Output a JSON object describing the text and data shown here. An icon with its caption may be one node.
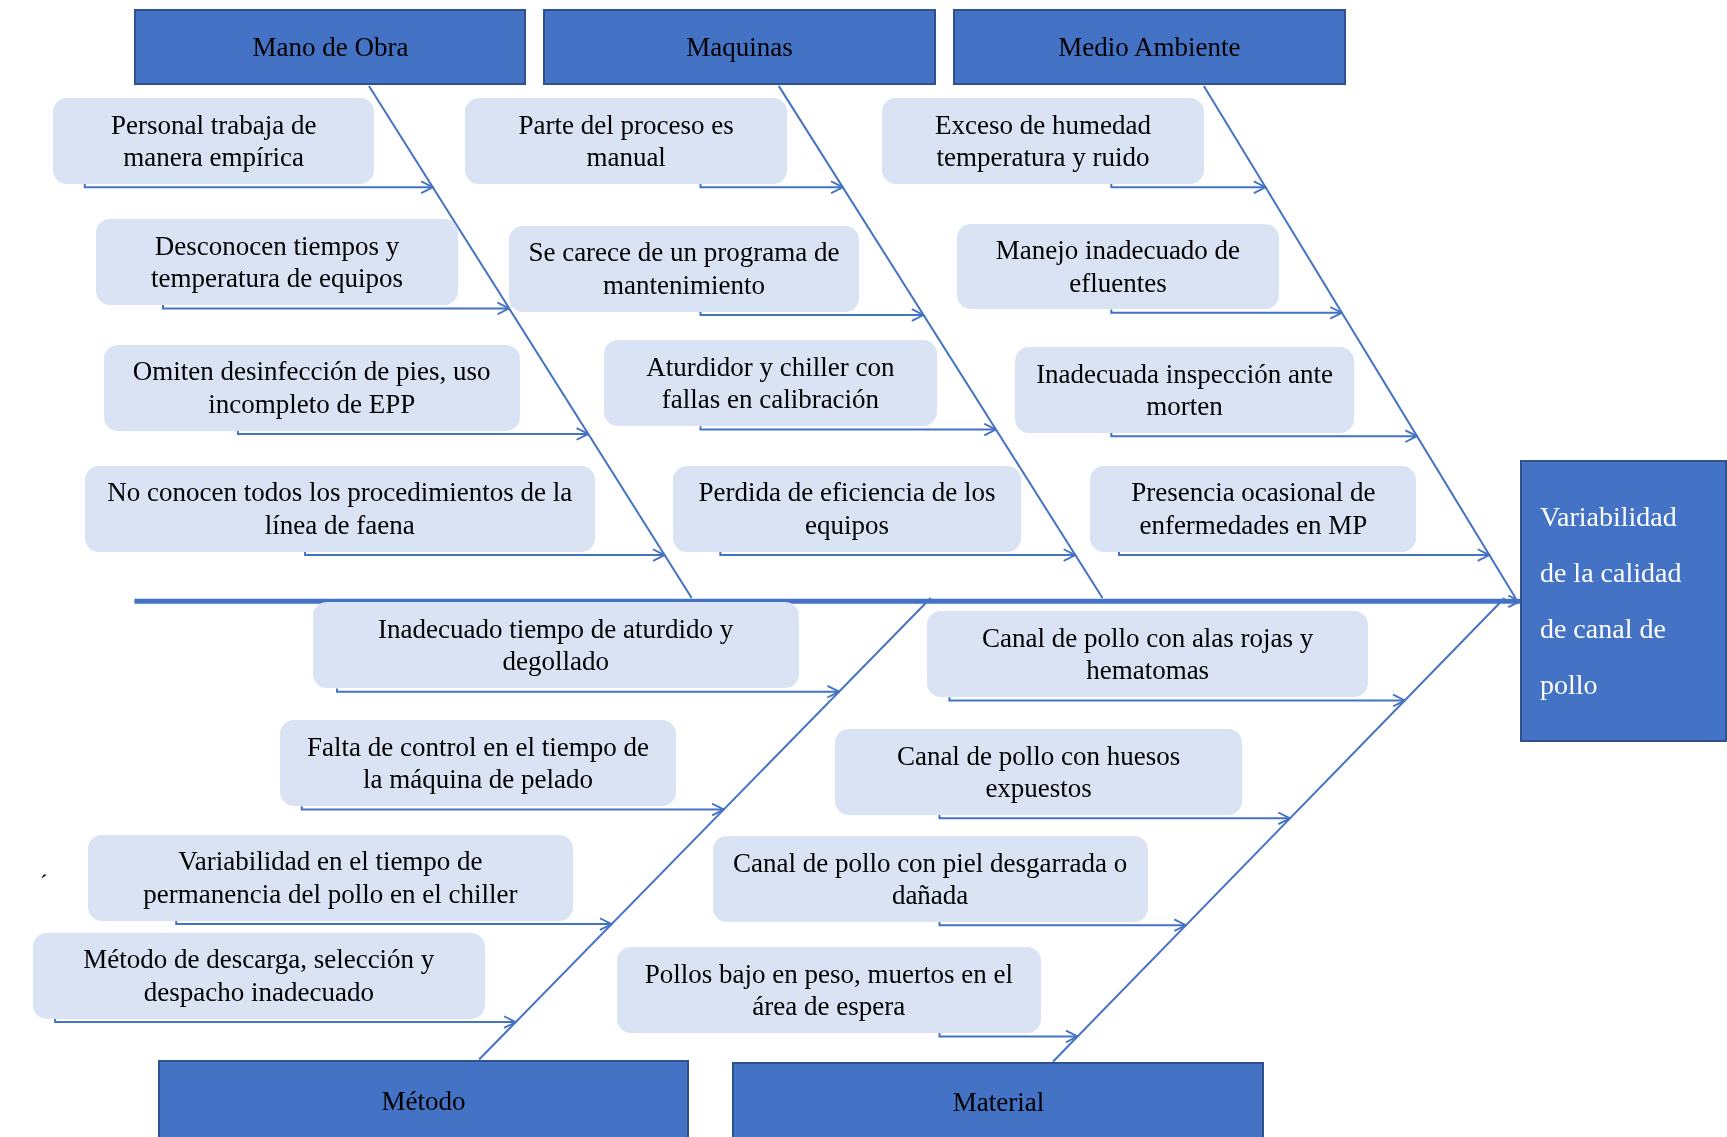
{
  "diagram": {
    "nodes": [
      {
        "text": [
          "Mano de Obra"
        ]
      },
      {
        "text": [
          "Maquinas"
        ]
      },
      {
        "text": [
          "Medio Ambiente"
        ]
      },
      {
        "text": [
          "Método"
        ]
      },
      {
        "text": [
          "Material"
        ]
      },
      {
        "text": [
          "Variabilidad de la calidad de canal de pollo"
        ]
      },
      {
        "text": [
          "Personal trabaja de manera empírica"
        ]
      },
      {
        "text": [
          "Desconocen tiempos y temperatura de equipos"
        ]
      },
      {
        "text": [
          "Omiten desinfección de pies, uso incompleto de EPP"
        ]
      },
      {
        "text": [
          "No conocen todos los procedimientos de la línea de faena"
        ]
      },
      {
        "text": [
          "Parte del proceso es manual"
        ]
      },
      {
        "text": [
          "Se carece de un programa de mantenimiento"
        ]
      },
      {
        "text": [
          "Aturdidor y chiller con fallas en calibración"
        ]
      },
      {
        "text": [
          "Perdida de eficiencia de los equipos"
        ]
      },
      {
        "text": [
          "Exceso de humedad temperatura y ruido"
        ]
      },
      {
        "text": [
          "Manejo inadecuado de efluentes"
        ]
      },
      {
        "text": [
          "Inadecuada inspección ante morten"
        ]
      },
      {
        "text": [
          "Presencia ocasional de enfermedades en MP"
        ]
      },
      {
        "text": [
          "Inadecuado tiempo de aturdido y degollado"
        ]
      },
      {
        "text": [
          "Falta de control en el tiempo de la máquina de pelado"
        ]
      },
      {
        "text": [
          "Variabilidad en el tiempo de permanencia del pollo en el chiller"
        ]
      },
      {
        "text": [
          "Método de descarga, selección y despacho inadecuado"
        ]
      },
      {
        "text": [
          "Canal de pollo con alas rojas y hematomas"
        ]
      },
      {
        "text": [
          "Canal de pollo con huesos expuestos"
        ]
      },
      {
        "text": [
          "Canal de pollo con piel desgarrada o dañada"
        ]
      },
      {
        "text": [
          "Pollos bajo en peso, muertos en el área de espera"
        ]
      },
      {
        "text": [],
        "shape": "line"
      },
      {
        "text": [],
        "shape": "line"
      },
      {
        "text": [],
        "shape": "line"
      },
      {
        "text": [],
        "shape": "line"
      },
      {
        "text": [],
        "shape": "line"
      }
    ],
    "edges": [
      {
        "from": null,
        "to": 5,
        "arrow": "to",
        "style": "thick"
      },
      {
        "from": 6,
        "to": 26,
        "arrow": "to"
      },
      {
        "from": 7,
        "to": 26,
        "arrow": "to"
      },
      {
        "from": 8,
        "to": 26,
        "arrow": "to"
      },
      {
        "from": 9,
        "to": 26,
        "arrow": "to"
      },
      {
        "from": 10,
        "to": 27,
        "arrow": "to"
      },
      {
        "from": 11,
        "to": 27,
        "arrow": "to"
      },
      {
        "from": 12,
        "to": 27,
        "arrow": "to"
      },
      {
        "from": 13,
        "to": 27,
        "arrow": "to"
      },
      {
        "from": 14,
        "to": 28,
        "arrow": "to"
      },
      {
        "from": 15,
        "to": 28,
        "arrow": "to"
      },
      {
        "from": 16,
        "to": 28,
        "arrow": "to"
      },
      {
        "from": 17,
        "to": 28,
        "arrow": "to"
      },
      {
        "from": 18,
        "to": 29,
        "arrow": "to"
      },
      {
        "from": 19,
        "to": 29,
        "arrow": "to"
      },
      {
        "from": 20,
        "to": 29,
        "arrow": "to"
      },
      {
        "from": 21,
        "to": 29,
        "arrow": "to"
      },
      {
        "from": 22,
        "to": 30,
        "arrow": "to"
      },
      {
        "from": 23,
        "to": 30,
        "arrow": "to"
      },
      {
        "from": 24,
        "to": 30,
        "arrow": "to"
      },
      {
        "from": 25,
        "to": 30,
        "arrow": "to"
      }
    ],
    "labels": [
      "´"
    ]
  }
}
